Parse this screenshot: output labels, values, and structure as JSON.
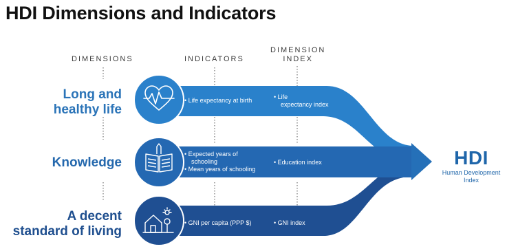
{
  "title": "HDI Dimensions and Indicators",
  "columns": {
    "dimensions": "DIMENSIONS",
    "indicators": "INDICATORS",
    "dimension_index_line1": "DIMENSION",
    "dimension_index_line2": "INDEX"
  },
  "rows": [
    {
      "dimension_line1": "Long and",
      "dimension_line2": "healthy life",
      "icon": "heart-pulse-icon",
      "indicator_line1": "• Life expectancy at birth",
      "indicator_line2": "",
      "index_line1": "• Life",
      "index_line2": "expectancy index",
      "color": "#2b7fc8"
    },
    {
      "dimension_line1": "Knowledge",
      "icon": "book-pencil-icon",
      "indicator_line1": "• Expected years of",
      "indicator_line2": "schooling",
      "indicator_line3": "• Mean years of schooling",
      "index_line1": "• Education index",
      "color": "#2368b2"
    },
    {
      "dimension_line1": "A decent",
      "dimension_line2": "standard of living",
      "icon": "house-sun-icon",
      "indicator_line1": "• GNI per capita (PPP $)",
      "index_line1": "• GNI index",
      "color": "#1f4f92"
    }
  ],
  "result": {
    "label": "HDI",
    "sub_line1": "Human Development",
    "sub_line2": "Index",
    "color": "#1f66aa"
  }
}
